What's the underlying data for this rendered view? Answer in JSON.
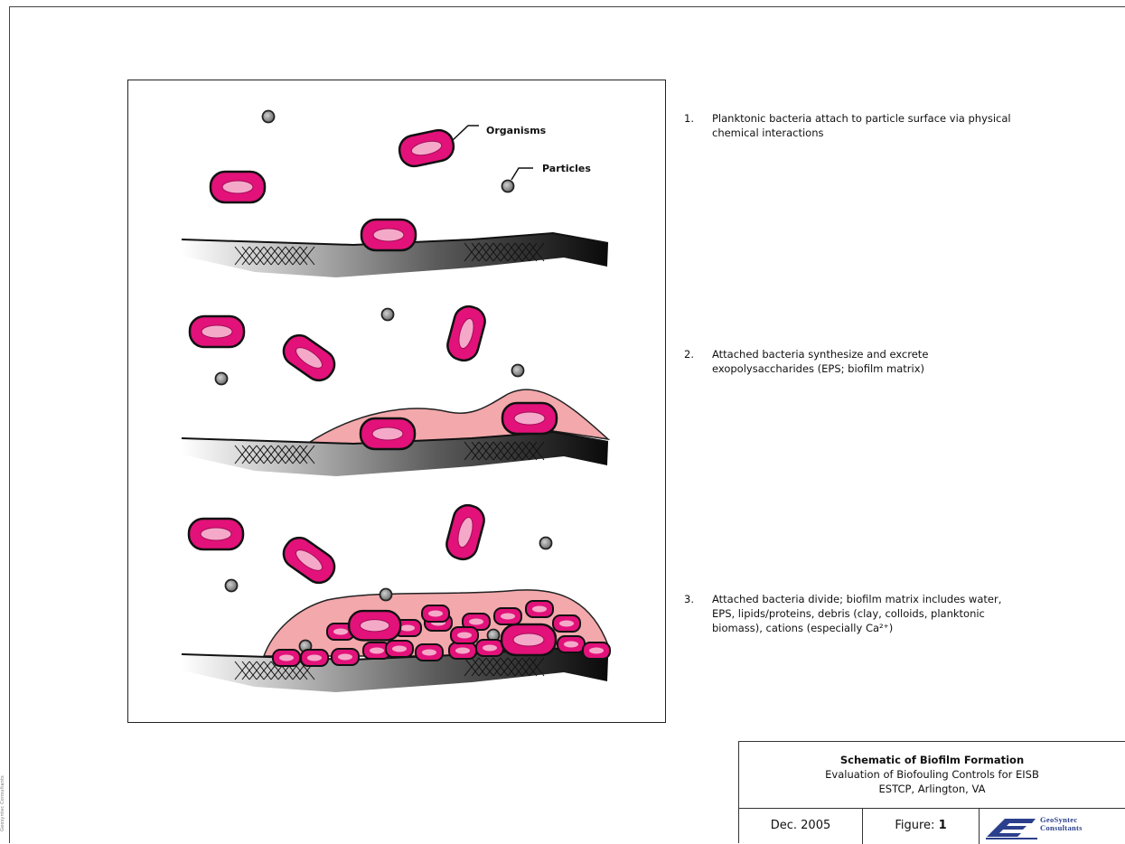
{
  "labels": {
    "organisms": "Organisms",
    "particles": "Particles"
  },
  "steps": [
    {
      "number": "1.",
      "text": "Planktonic bacteria attach to particle surface via physical chemical interactions"
    },
    {
      "number": "2.",
      "text": "Attached bacteria synthesize and excrete exopolysaccharides (EPS; biofilm matrix)"
    },
    {
      "number": "3.",
      "text": "Attached bacteria divide; biofilm matrix includes water, EPS, lipids/proteins, debris (clay, colloids, planktonic biomass), cations (especially Ca²⁺)"
    }
  ],
  "title_block": {
    "title": "Schematic of Biofilm Formation",
    "subtitle": "Evaluation of Biofouling Controls for EISB",
    "location": "ESTCP, Arlington, VA",
    "date": "Dec. 2005",
    "figure_label": "Figure:",
    "figure_number": "1",
    "company_line1": "GeoSyntec",
    "company_line2": "Consultants"
  },
  "side_note": "Geosyntec Consultants",
  "colors": {
    "cell_fill": "#e2127a",
    "cell_inner": "#f4a9c9",
    "biofilm": "#f3a8ac",
    "particle": "#8a8a8a",
    "logo_blue": "#2b3f8c"
  },
  "icons": {
    "logo": "geosyntec-logo-icon"
  }
}
